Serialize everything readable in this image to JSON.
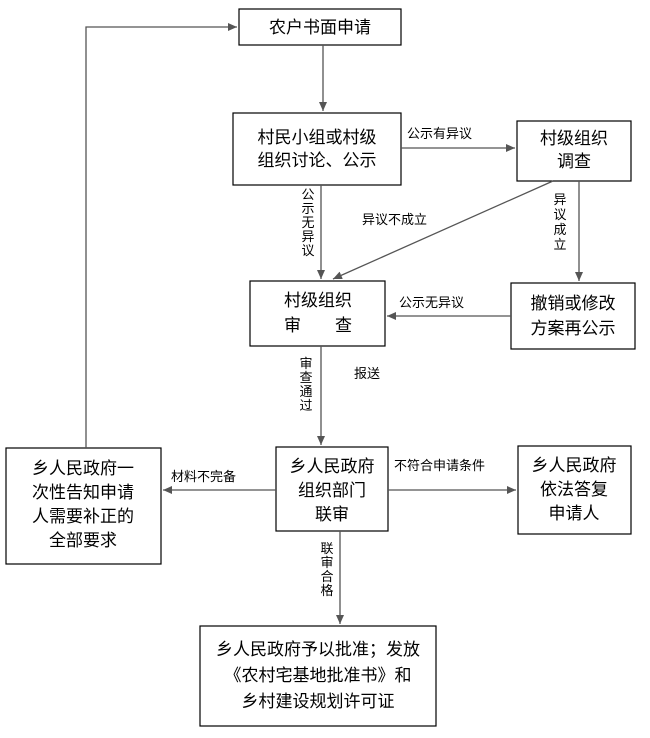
{
  "nodes": {
    "apply": "农户书面申请",
    "discuss": [
      "村民小组或村级",
      "组织讨论、公示"
    ],
    "investigate": [
      "村级组织",
      "调查"
    ],
    "review": [
      "村级组织",
      "审　　查"
    ],
    "revise": [
      "撤销或修改",
      "方案再公示"
    ],
    "joint": [
      "乡人民政府",
      "组织部门",
      "联审"
    ],
    "notify": [
      "乡人民政府一",
      "次性告知申请",
      "人需要补正的",
      "全部要求"
    ],
    "reply": [
      "乡人民政府",
      "依法答复",
      "申请人"
    ],
    "approve": [
      "乡人民政府予以批准；发放",
      "《农村宅基地批准书》和",
      "乡村建设规划许可证"
    ]
  },
  "edges": {
    "objection": "公示有异议",
    "no_objection_v": "公示无异议",
    "objection_invalid": "异议不成立",
    "objection_valid": "异议成立",
    "no_objection_h": "公示无异议",
    "review_passed": "审查通过",
    "report": "报送",
    "incomplete": "材料不完备",
    "not_eligible": "不符合申请条件",
    "joint_passed": "联审合格"
  }
}
